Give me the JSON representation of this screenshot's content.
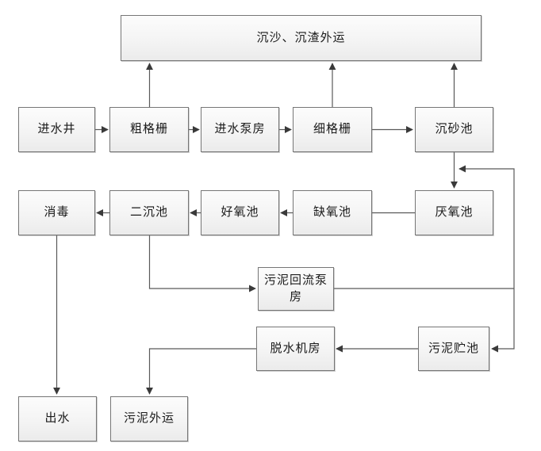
{
  "diagram": {
    "type": "flowchart",
    "language": "zh-CN",
    "nodes": {
      "waste_out": {
        "label": "沉沙、沉渣外运"
      },
      "inlet_well": {
        "label": "进水井"
      },
      "coarse_screen": {
        "label": "粗格栅"
      },
      "inlet_pump_house": {
        "label": "进水泵房"
      },
      "fine_screen": {
        "label": "细格栅"
      },
      "grit_chamber": {
        "label": "沉砂池"
      },
      "disinfection": {
        "label": "消毒"
      },
      "secondary_tank": {
        "label": "二沉池"
      },
      "aerobic_tank": {
        "label": "好氧池"
      },
      "anoxic_tank": {
        "label": "缺氧池"
      },
      "anaerobic_tank": {
        "label": "厌氧池"
      },
      "sludge_return_pump_house": {
        "label": "污泥回流泵房"
      },
      "dewatering_room": {
        "label": "脱水机房"
      },
      "sludge_storage_tank": {
        "label": "污泥贮池"
      },
      "effluent": {
        "label": "出水"
      },
      "sludge_out": {
        "label": "污泥外运"
      }
    },
    "edges": [
      {
        "from": "inlet_well",
        "to": "coarse_screen"
      },
      {
        "from": "coarse_screen",
        "to": "inlet_pump_house"
      },
      {
        "from": "inlet_pump_house",
        "to": "fine_screen"
      },
      {
        "from": "fine_screen",
        "to": "grit_chamber"
      },
      {
        "from": "coarse_screen",
        "to": "waste_out"
      },
      {
        "from": "fine_screen",
        "to": "waste_out"
      },
      {
        "from": "grit_chamber",
        "to": "waste_out"
      },
      {
        "from": "grit_chamber",
        "to": "anaerobic_tank"
      },
      {
        "from": "anaerobic_tank",
        "to": "anoxic_tank"
      },
      {
        "from": "anoxic_tank",
        "to": "aerobic_tank"
      },
      {
        "from": "aerobic_tank",
        "to": "secondary_tank"
      },
      {
        "from": "secondary_tank",
        "to": "disinfection"
      },
      {
        "from": "disinfection",
        "to": "effluent"
      },
      {
        "from": "secondary_tank",
        "to": "sludge_return_pump_house"
      },
      {
        "from": "sludge_return_pump_house",
        "to": "anaerobic_tank"
      },
      {
        "from": "sludge_return_pump_house",
        "to": "sludge_storage_tank"
      },
      {
        "from": "sludge_storage_tank",
        "to": "dewatering_room"
      },
      {
        "from": "dewatering_room",
        "to": "sludge_out"
      }
    ],
    "colors": {
      "box_border": "#767676",
      "box_fill_top": "#fcfcfc",
      "box_fill_bottom": "#ebebeb",
      "line": "#595959",
      "arrowhead": "#3a3a3a",
      "text": "#1a1a1a",
      "background": "#ffffff"
    }
  }
}
